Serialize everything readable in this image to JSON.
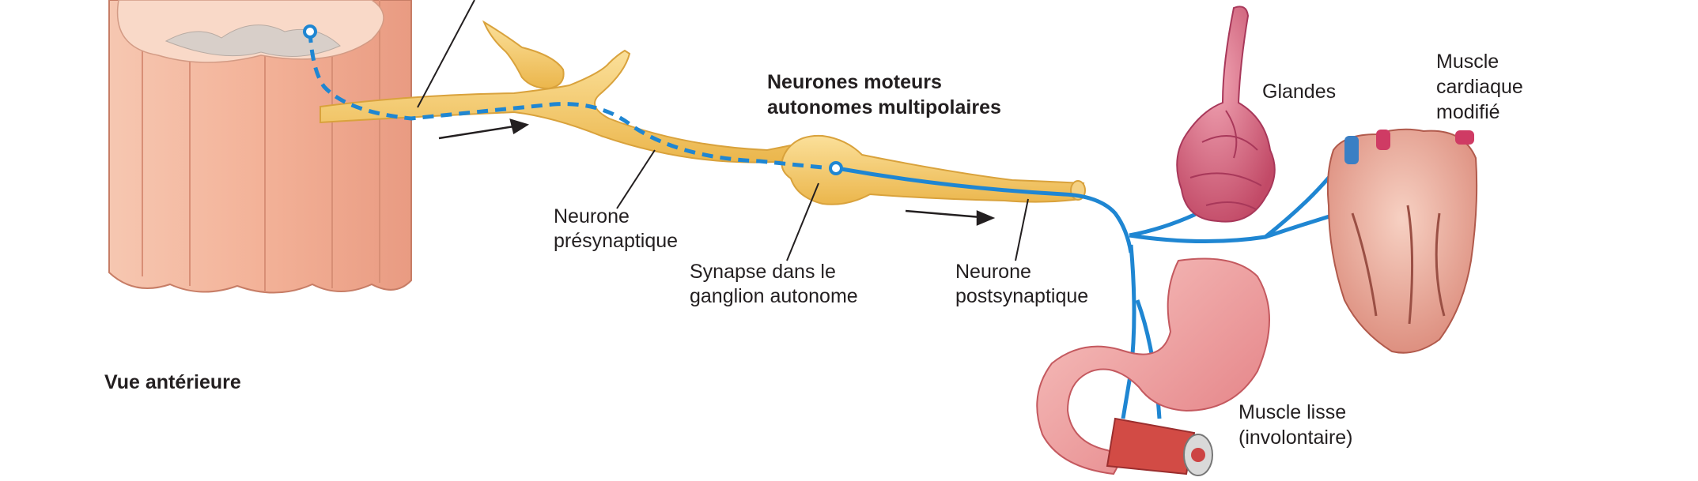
{
  "labels": {
    "title": [
      "Neurones moteurs",
      "autonomes multipolaires"
    ],
    "view": "Vue antérieure",
    "presynaptic": [
      "Neurone",
      "présynaptique"
    ],
    "synapse": [
      "Synapse dans le",
      "ganglion autonome"
    ],
    "postsynaptic": [
      "Neurone",
      "postsynaptique"
    ],
    "glands": "Glandes",
    "cardiac": [
      "Muscle",
      "cardiaque",
      "modifié"
    ],
    "smooth": [
      "Muscle lisse",
      "(involontaire)"
    ]
  },
  "colors": {
    "spinal_cord": "#f3b79e",
    "spinal_cord_dark": "#e49a82",
    "neuron": "#f7cd6e",
    "neuron_edge": "#d9a23c",
    "axon_blue": "#1f86d2",
    "gland": "#d9657f",
    "heart": "#e9a596",
    "stomach": "#f0a1a0",
    "text": "#231f20"
  }
}
